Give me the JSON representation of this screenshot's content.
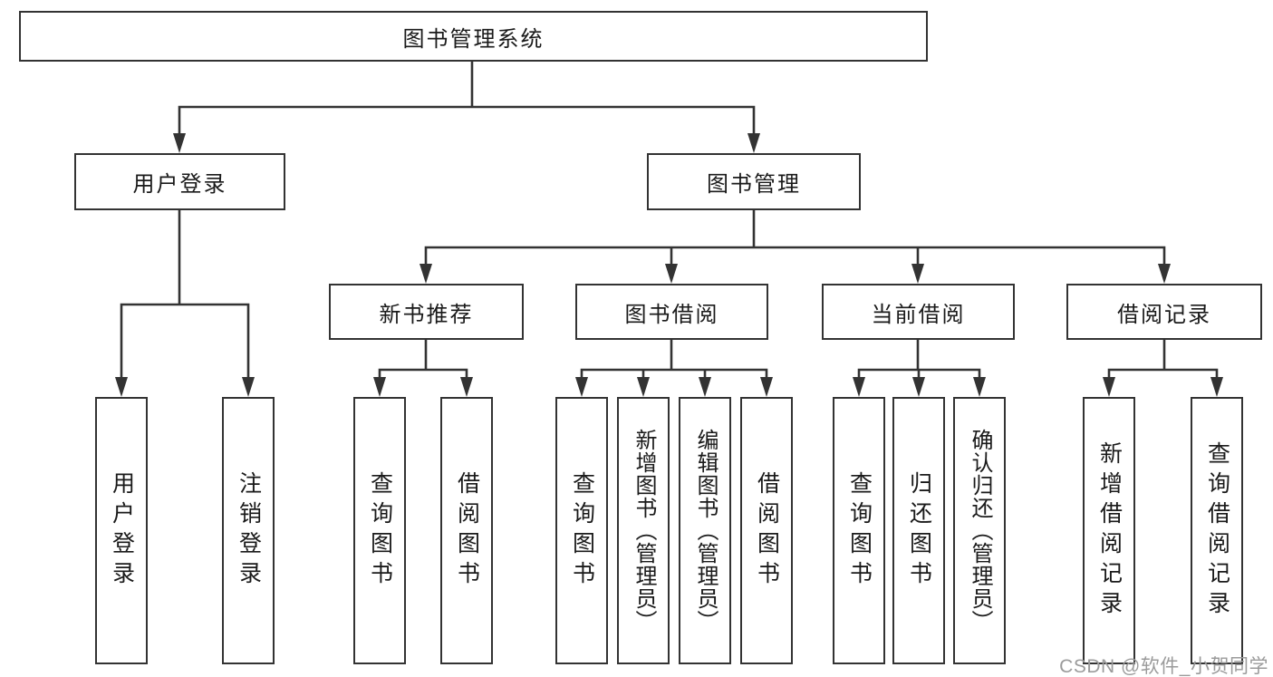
{
  "diagram": {
    "root": {
      "label": "图书管理系统"
    },
    "branches": [
      {
        "label": "用户登录",
        "children": [
          {
            "label": "用户登录"
          },
          {
            "label": "注销登录"
          }
        ]
      },
      {
        "label": "图书管理",
        "children": [
          {
            "label": "新书推荐",
            "children": [
              {
                "label": "查询图书"
              },
              {
                "label": "借阅图书"
              }
            ]
          },
          {
            "label": "图书借阅",
            "children": [
              {
                "label": "查询图书"
              },
              {
                "label": "新增图书（管理员）"
              },
              {
                "label": "编辑图书（管理员）"
              },
              {
                "label": "借阅图书"
              }
            ]
          },
          {
            "label": "当前借阅",
            "children": [
              {
                "label": "查询图书"
              },
              {
                "label": "归还图书"
              },
              {
                "label": "确认归还（管理员）"
              }
            ]
          },
          {
            "label": "借阅记录",
            "children": [
              {
                "label": "新增借阅记录"
              },
              {
                "label": "查询借阅记录"
              }
            ]
          }
        ]
      }
    ]
  },
  "watermark": {
    "text": "CSDN @软件_小贺同学"
  },
  "colors": {
    "line": "#333333",
    "text": "#1a1a1a",
    "watermark": "#9b9b9b",
    "background": "#ffffff"
  }
}
